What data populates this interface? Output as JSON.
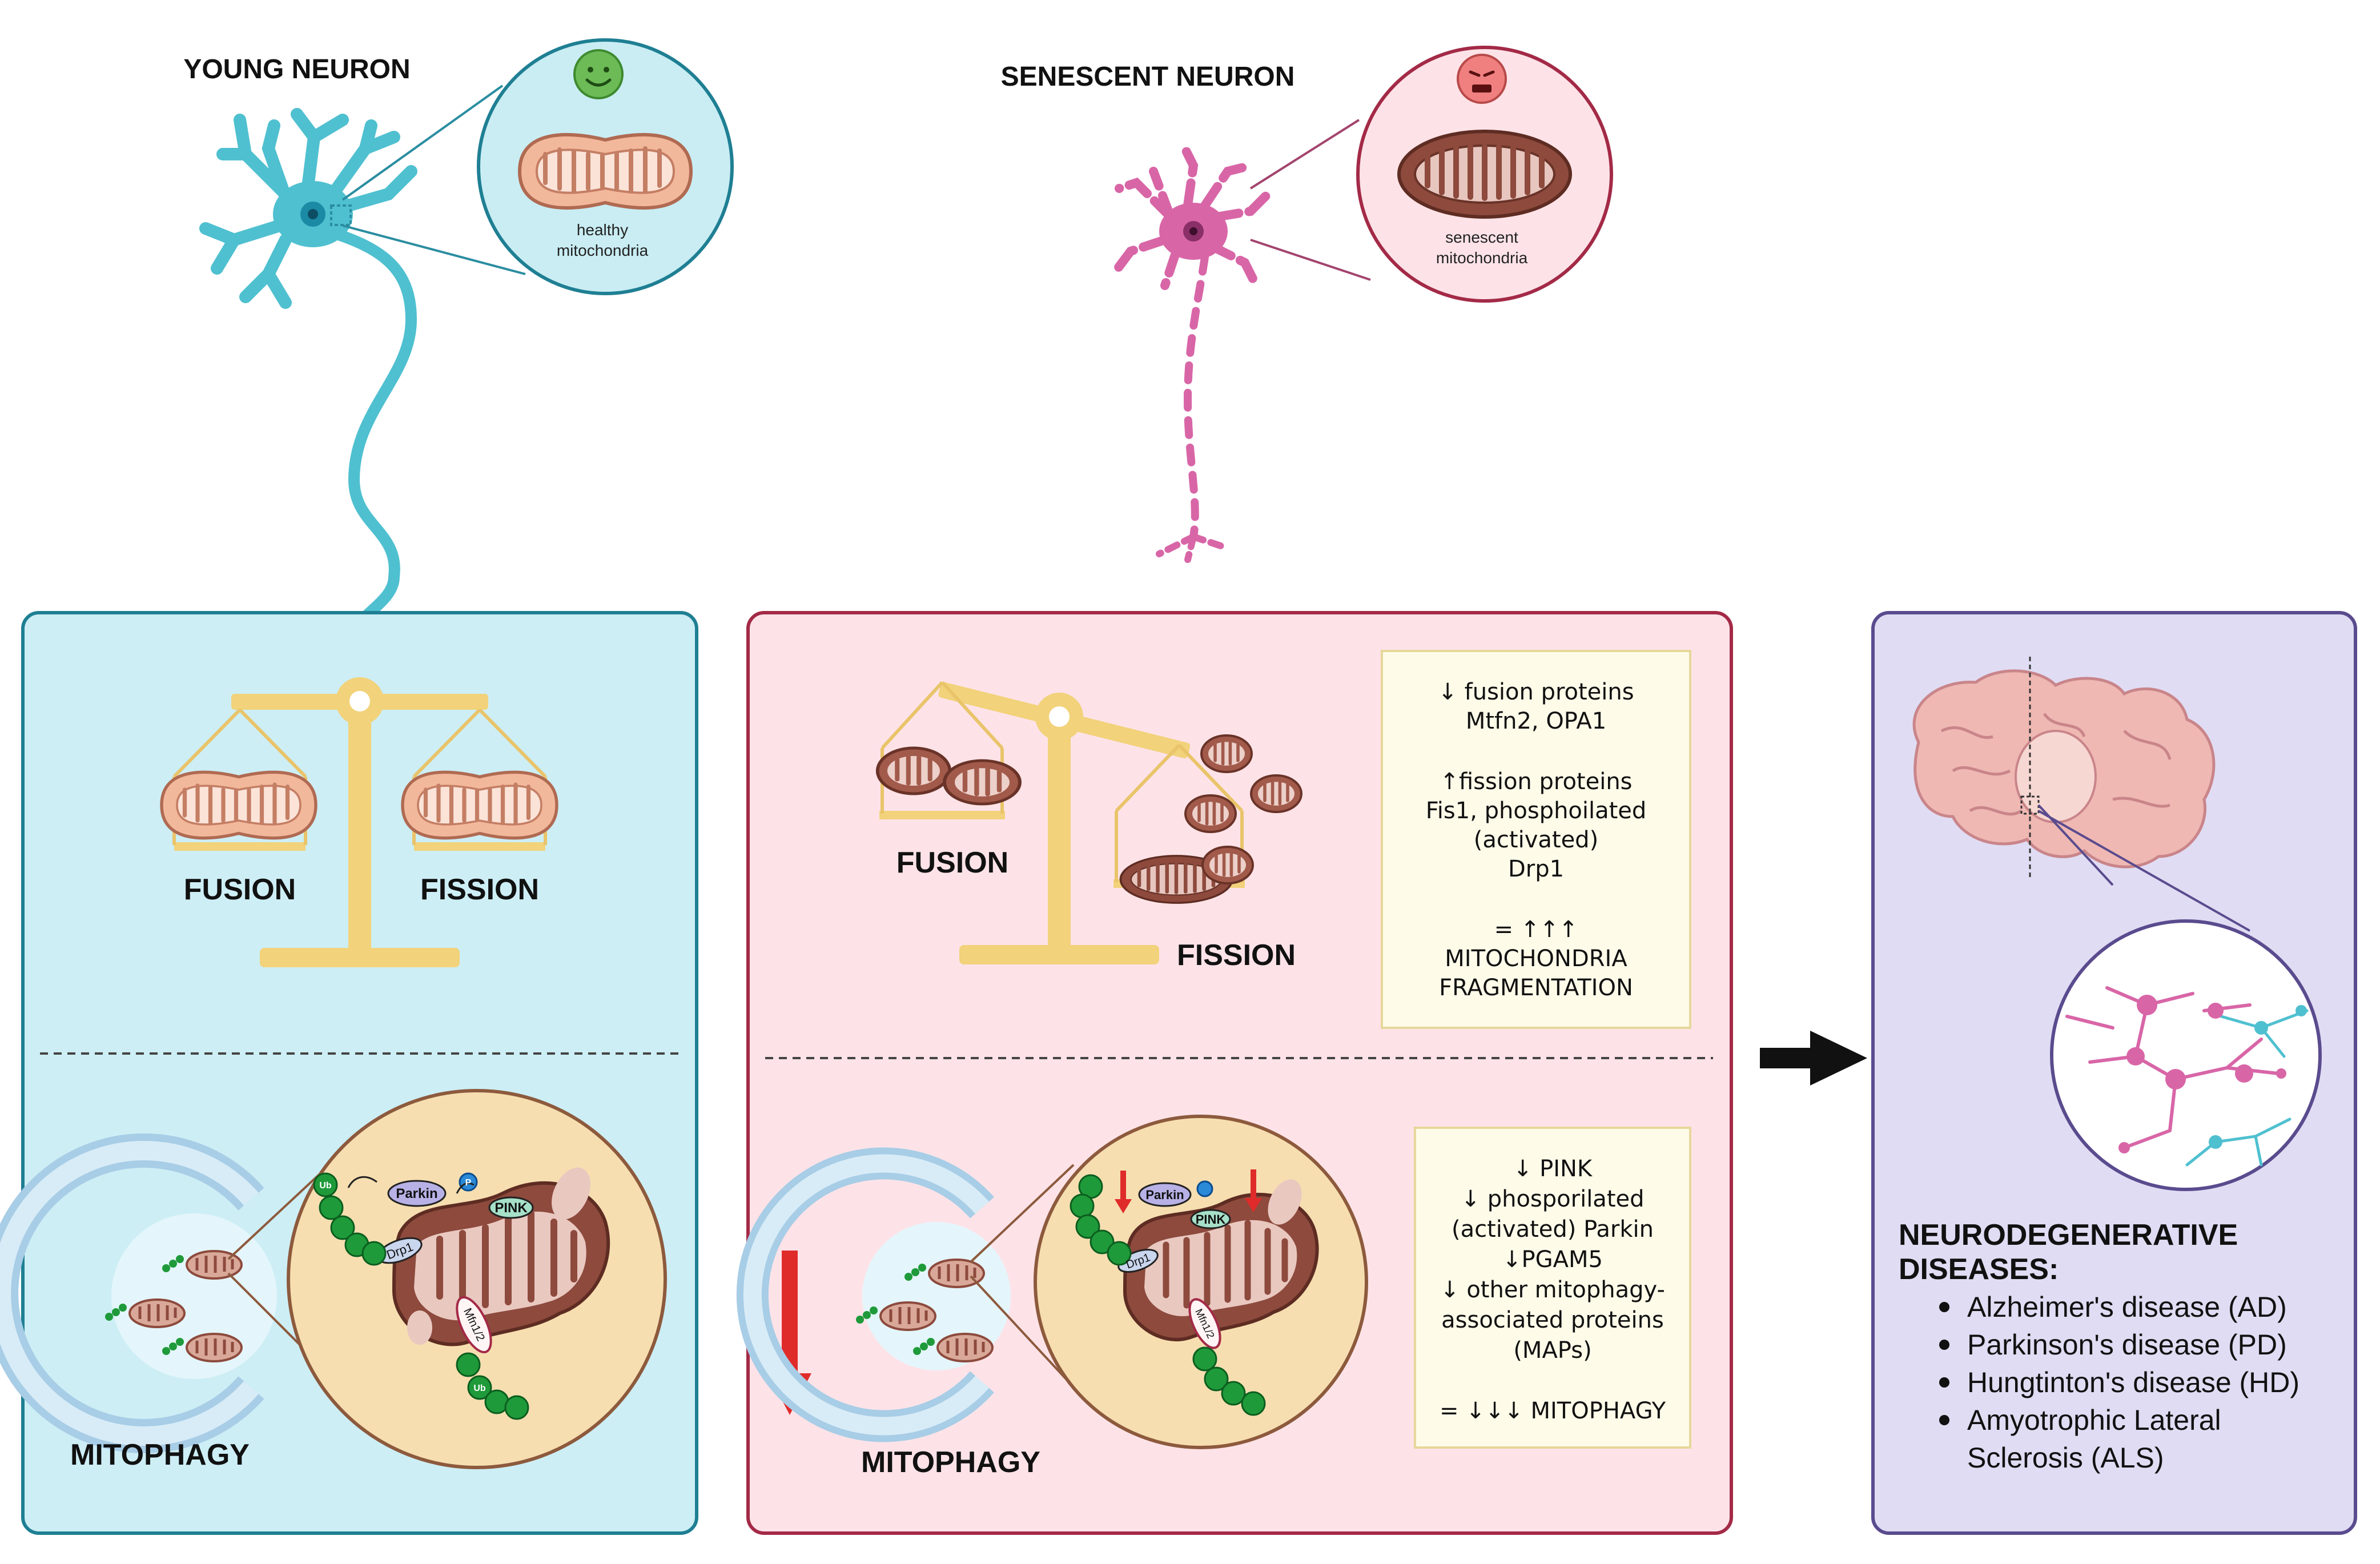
{
  "top": {
    "young_title": "YOUNG NEURON",
    "senescent_title": "SENESCENT NEURON",
    "young_zoom_label_1": "healthy",
    "young_zoom_label_2": "mitochondria",
    "senescent_zoom_label_1": "senescent",
    "senescent_zoom_label_2": "mitochondria"
  },
  "young_panel": {
    "fusion_label": "FUSION",
    "fission_label": "FISSION",
    "mitophagy_label": "MITOPHAGY"
  },
  "senescent_panel": {
    "fusion_label": "FUSION",
    "fission_label": "FISSION",
    "mitophagy_label": "MITOPHAGY",
    "dynamics_box": [
      "↓ fusion proteins",
      "Mtfn2, OPA1",
      "",
      "↑fission proteins",
      "Fis1, phosphoilated",
      "(activated)",
      "Drp1",
      "",
      "= ↑↑↑",
      "MITOCHONDRIA",
      "FRAGMENTATION"
    ],
    "mitophagy_box": [
      "↓ PINK",
      "↓ phosporilated",
      "(activated) Parkin",
      "↓PGAM5",
      "↓ other mitophagy-",
      "associated proteins",
      "(MAPs)",
      "",
      "= ↓↓↓ MITOPHAGY"
    ]
  },
  "zoom_labels": {
    "ub": "Ub",
    "parkin": "Parkin",
    "pink": "PINK",
    "p": "P",
    "drp1": "Drp1",
    "mfn12": "Mfn1/2"
  },
  "disease_panel": {
    "heading_1": "NEURODEGENERATIVE",
    "heading_2": "DISEASES:",
    "items": [
      "Alzheimer's disease (AD)",
      "Parkinson's disease (PD)",
      "Hungtinton's disease (HD)",
      "Amyotrophic Lateral",
      "Sclerosis (ALS)"
    ]
  },
  "colors": {
    "young_panel_bg": "#cdeef5",
    "young_panel_border": "#1f7f93",
    "senescent_panel_bg": "#fde3e8",
    "senescent_panel_border": "#a32a47",
    "disease_panel_bg": "#e0dcf3",
    "disease_panel_border": "#5a4b8e",
    "scale_gold": "#f2d27a",
    "young_neuron": "#4fc0d0",
    "senescent_neuron": "#d866a7",
    "mito_healthy": "#f2b89b",
    "mito_senescent": "#8d4a3d",
    "ub_green": "#1f9a3a",
    "arrow_red": "#e02b2b"
  }
}
